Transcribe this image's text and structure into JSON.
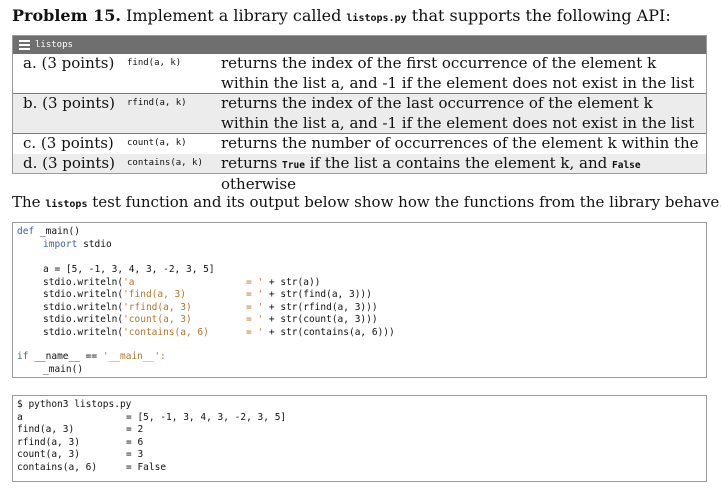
{
  "title": {
    "problem": "Problem 15.",
    "text_before": "Implement a library called",
    "lib_name": "listops.py",
    "text_after": "that supports the following API:"
  },
  "api": {
    "header": "listops",
    "rows": [
      {
        "label": "a. (3 points)",
        "func": "find(a, k)",
        "desc": "returns the index of the first occurrence of the element k within the list a, and -1 if the element does not exist in the list"
      },
      {
        "label": "b. (3 points)",
        "func": "rfind(a, k)",
        "desc": "returns the index of the last occurrence of the element k within the list a, and -1 if the element does not exist in the list"
      },
      {
        "label": "c. (3 points)",
        "func": "count(a, k)",
        "desc": "returns the number of occurrences of the element k within the list a"
      },
      {
        "label": "d. (3 points)",
        "func": "contains(a, k)",
        "desc_before": "returns",
        "desc_true": "True",
        "desc_mid": "if the list a contains the element k, and",
        "desc_false": "False",
        "desc_after": "otherwise"
      }
    ]
  },
  "intro": {
    "before": "The",
    "name": "listops",
    "after": "test function and its output below show how the functions from the library behave."
  },
  "code": {
    "def": "def",
    "fname": "_main()",
    "import_kw": "import",
    "import_mod": "stdio",
    "assign": "a = [5, -1, 3, 4, 3, -2, 3, 5]",
    "lines": [
      {
        "call": "stdio.writeln(",
        "label": "'a",
        "eq": "= '",
        "rest": "+ str(a))"
      },
      {
        "call": "stdio.writeln(",
        "label": "'find(a, 3)",
        "eq": "= '",
        "rest": "+ str(find(a, 3)))"
      },
      {
        "call": "stdio.writeln(",
        "label": "'rfind(a, 3)",
        "eq": "= '",
        "rest": "+ str(rfind(a, 3)))"
      },
      {
        "call": "stdio.writeln(",
        "label": "'count(a, 3)",
        "eq": "= '",
        "rest": "+ str(count(a, 3)))"
      },
      {
        "call": "stdio.writeln(",
        "label": "'contains(a, 6)",
        "eq": "= '",
        "rest": "+ str(contains(a, 6)))"
      }
    ],
    "if_kw": "if",
    "if_cond": "__name__ ==",
    "if_str": "'__main__':",
    "main_call": "_main()"
  },
  "output": {
    "command": "$ python3 listops.py",
    "lines": [
      {
        "left": "a",
        "right": "= [5, -1, 3, 4, 3, -2, 3, 5]"
      },
      {
        "left": "find(a, 3)",
        "right": "= 2"
      },
      {
        "left": "rfind(a, 3)",
        "right": "= 6"
      },
      {
        "left": "count(a, 3)",
        "right": "= 3"
      },
      {
        "left": "contains(a, 6)",
        "right": "= False"
      }
    ]
  }
}
